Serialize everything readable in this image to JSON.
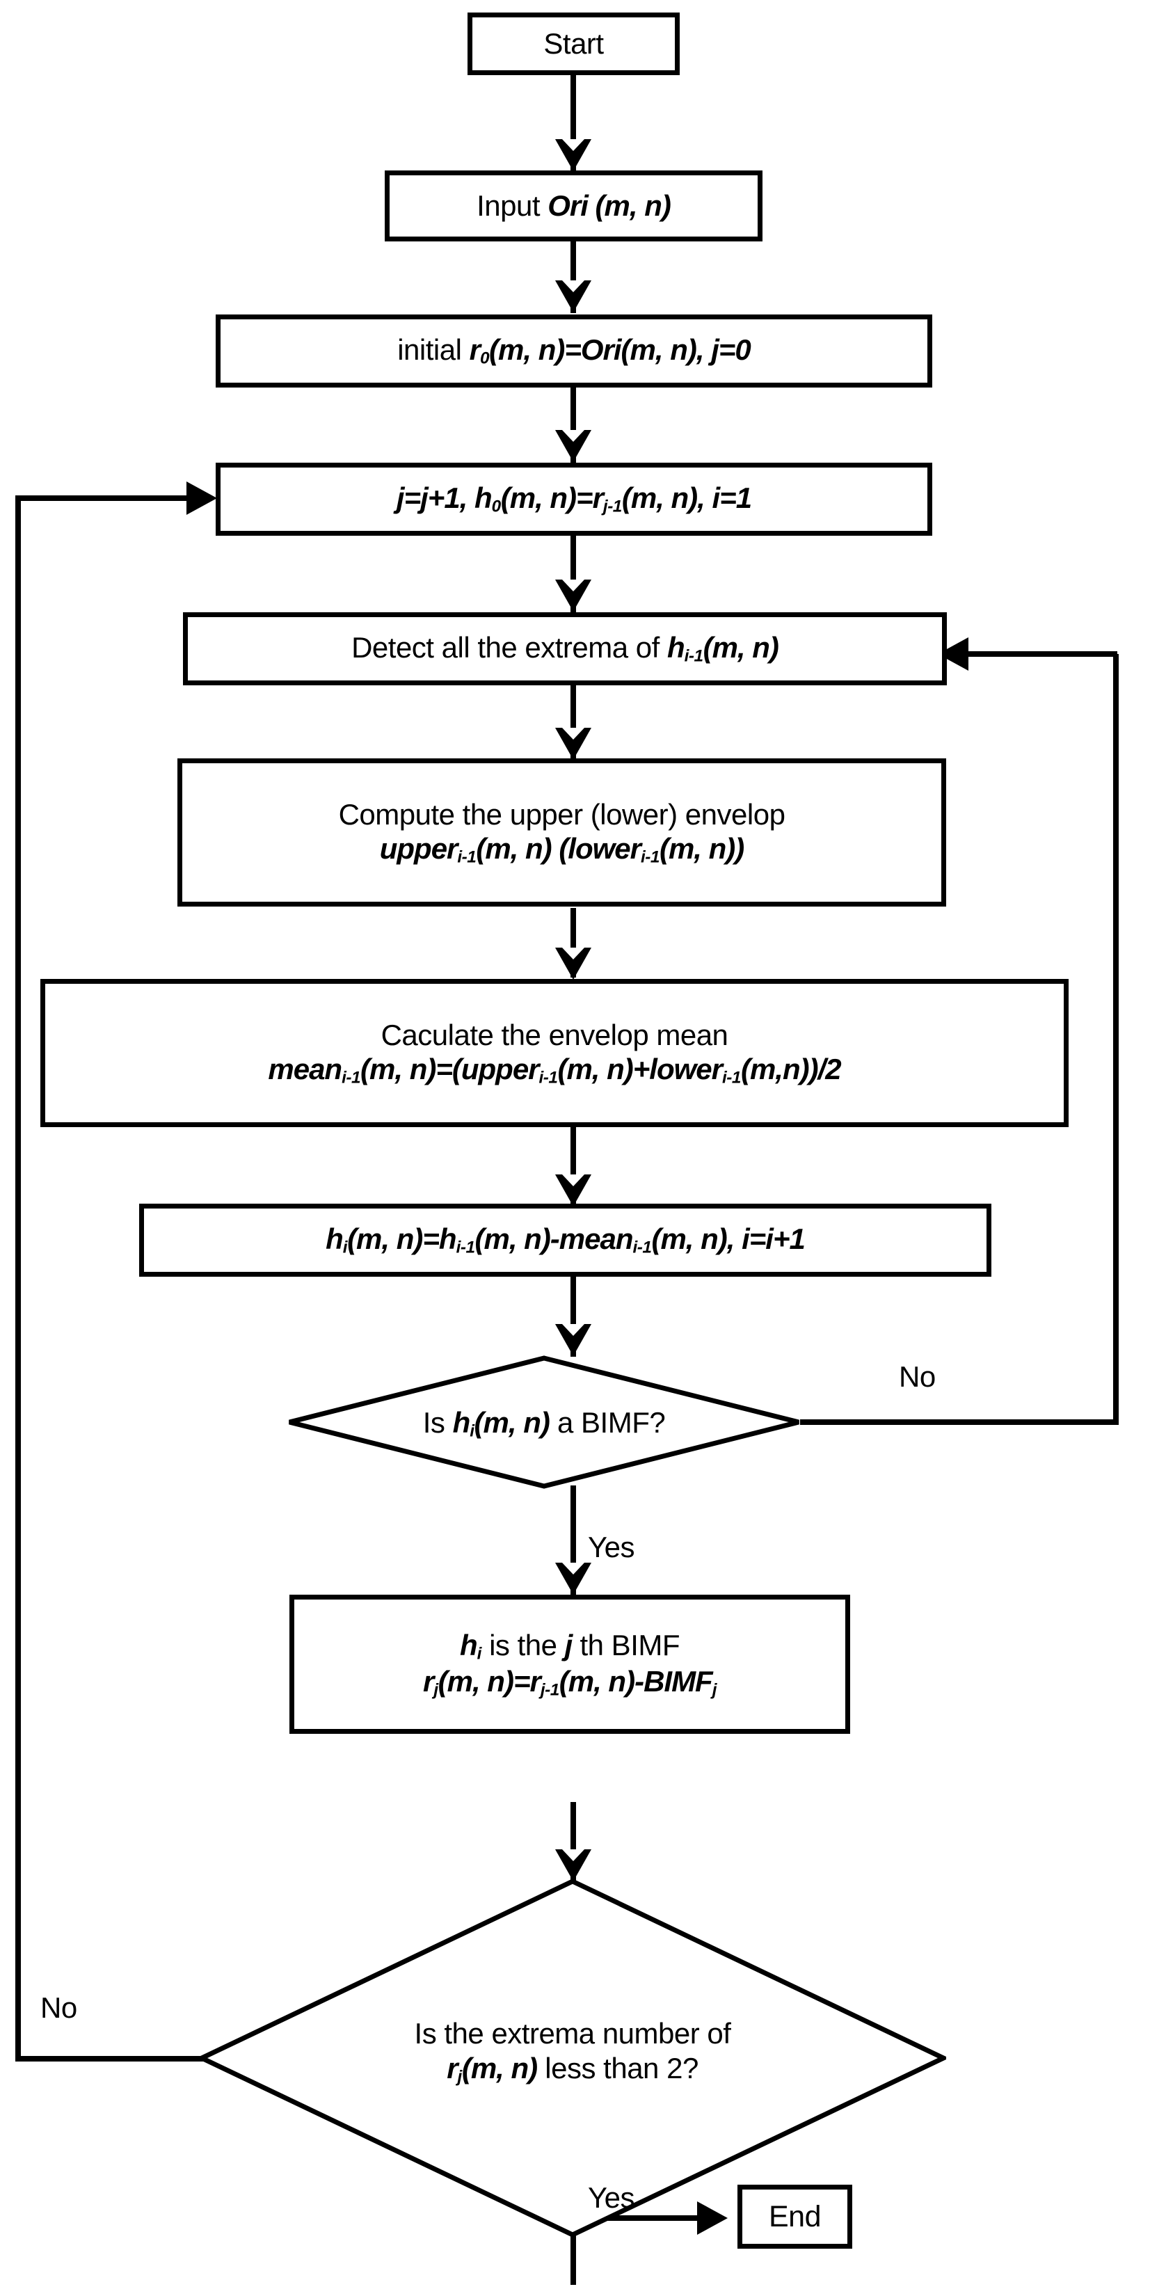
{
  "diagram": {
    "title": "BEMD sifting process flowchart",
    "colors": {
      "stroke": "#000000",
      "background": "#ffffff",
      "text": "#000000"
    },
    "nodes": {
      "start": {
        "label": "Start",
        "shape": "rect"
      },
      "input": {
        "prefix": "Input ",
        "math": "Ori (m, n)",
        "shape": "rect"
      },
      "initial": {
        "prefix": "initial ",
        "math_r": "r",
        "sub_r": "0",
        "math_rest": "(m, n)=Ori(m, n), j=0",
        "shape": "rect"
      },
      "update_j": {
        "part1": "j=j+1, h",
        "sub1": "0",
        "part2": "(m, n)=r",
        "sub2": "j-1",
        "part3": "(m, n), i=1",
        "shape": "rect"
      },
      "detect": {
        "prefix": "Detect all the extrema of ",
        "math_h": "h",
        "sub_h": "i-1",
        "math_rest": "(m, n)",
        "shape": "rect"
      },
      "envelop": {
        "line1": "Compute the upper (lower) envelop",
        "l2_a": "upper",
        "l2_sub_a": "i-1",
        "l2_b": "(m, n) (lower",
        "l2_sub_b": "i-1",
        "l2_c": "(m, n))",
        "shape": "rect"
      },
      "mean": {
        "line1": "Caculate the envelop mean",
        "l2_a": "mean",
        "l2_sub_a": "i-1",
        "l2_b": "(m, n)=(upper",
        "l2_sub_b": "i-1",
        "l2_c": "(m, n)+lower",
        "l2_sub_c": "i-1",
        "l2_d": "(m,n))/2",
        "shape": "rect"
      },
      "sift": {
        "a": "h",
        "sub_a": "i",
        "b": "(m, n)=h",
        "sub_b": "i-1",
        "c": "(m, n)-mean",
        "sub_c": "i-1",
        "d": "(m, n), i=i+1",
        "shape": "rect"
      },
      "is_bimf": {
        "prefix": "Is ",
        "math_h": "h",
        "sub_h": "i",
        "math_rest": "(m, n)",
        "suffix": " a BIMF?",
        "shape": "diamond"
      },
      "bimf_result": {
        "l1_a": "h",
        "l1_sub_a": "i",
        "l1_b": " is the ",
        "l1_c": "j",
        "l1_d": " th BIMF",
        "l2_a": "r",
        "l2_sub_a": "j",
        "l2_b": "(m, n)=r",
        "l2_sub_b": "j-1",
        "l2_c": "(m, n)-BIMF",
        "l2_sub_c": "j",
        "shape": "rect"
      },
      "is_extrema": {
        "line1": "Is the extrema number of",
        "l2_a": "r",
        "l2_sub_a": "j",
        "l2_b": "(m, n)",
        "l2_c": " less than 2?",
        "shape": "diamond"
      },
      "end": {
        "label": "End",
        "shape": "rect"
      }
    },
    "edge_labels": {
      "bimf_no": "No",
      "bimf_yes": "Yes",
      "extrema_no": "No",
      "extrema_yes": "Yes"
    }
  }
}
